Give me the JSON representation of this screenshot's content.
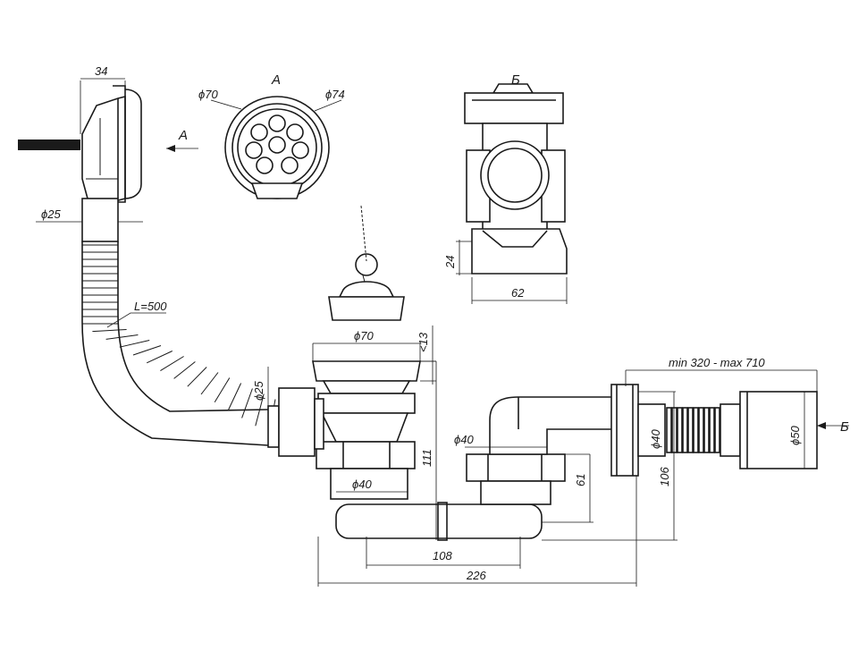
{
  "drawing": {
    "view_a_letter": "А",
    "view_b_letter": "Б",
    "arrow_a_label": "А",
    "arrow_b_label": "Б",
    "dimensions": {
      "d34": "34",
      "d_phi70_top": "ϕ70",
      "d_phi74": "ϕ74",
      "d_phi25_left": "ϕ25",
      "d_L500": "L=500",
      "d_phi25_mid": "ϕ25",
      "d_phi70_drain": "ϕ70",
      "d_lt13": "<13",
      "d_phi40_left": "ϕ40",
      "d_phi40_mid": "ϕ40",
      "d_phi40_right": "ϕ40",
      "d_phi50": "ϕ50",
      "d_111": "111",
      "d_61": "61",
      "d_106": "106",
      "d_108": "108",
      "d_226": "226",
      "d_24": "24",
      "d_62": "62",
      "d_minmax": "min 320 - max 710"
    }
  }
}
